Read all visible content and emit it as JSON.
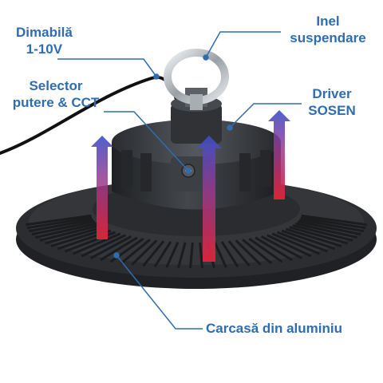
{
  "labels": {
    "dimmable": {
      "line1": "Dimabilă",
      "line2": "1-10V"
    },
    "ring": {
      "line1": "Inel",
      "line2": "suspendare"
    },
    "selector": {
      "line1": "Selector",
      "line2": "putere & CCT"
    },
    "driver": {
      "line1": "Driver",
      "line2": "SOSEN"
    },
    "housing": {
      "text": "Carcasă din aluminiu"
    }
  },
  "colors": {
    "label_text": "#2f6db0",
    "callout_line": "#2f6db0",
    "housing_dark": "#2b2d30",
    "fin": "#3a3c40",
    "ring_metal": "#c8ccd0",
    "heat_arrow_top": "#3b4fc8",
    "heat_arrow_bottom": "#e0243a"
  },
  "icons": [
    "ring-icon",
    "selector-knob-icon",
    "heat-arrow-icon"
  ]
}
